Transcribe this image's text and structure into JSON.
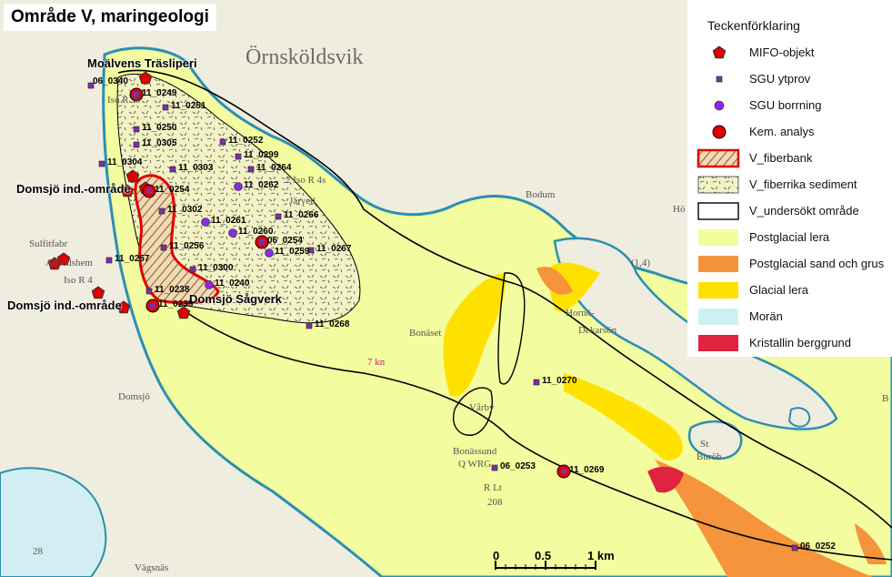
{
  "map": {
    "title": "Område V, maringeologi",
    "town_label": "Örnsköldsvik",
    "places": [
      {
        "name": "Iso R 3s"
      },
      {
        "name": "2 Iso R 4s"
      },
      {
        "name": "Järved"
      },
      {
        "name": "Bodum"
      },
      {
        "name": "Sulfitfabr"
      },
      {
        "name": "Alfredshem"
      },
      {
        "name": "Iso R 4"
      },
      {
        "name": "Domsjö"
      },
      {
        "name": "Bonäset"
      },
      {
        "name": "7 kn"
      },
      {
        "name": "Vårby"
      },
      {
        "name": "Bonässund"
      },
      {
        "name": "Q WRG"
      },
      {
        "name": "R Lt"
      },
      {
        "name": "208"
      },
      {
        "name": "Hornö-"
      },
      {
        "name": "Dekarsön"
      },
      {
        "name": "St"
      },
      {
        "name": "Buröh"
      },
      {
        "name": "(1,4)"
      },
      {
        "name": "Hö"
      },
      {
        "name": "B"
      },
      {
        "name": "28"
      },
      {
        "name": "Vägsnäs"
      }
    ],
    "sites": [
      {
        "name": "Moälvens Träsliperi"
      },
      {
        "name": "Domsjö ind.-område"
      },
      {
        "name": "Domsjö ind.-område"
      },
      {
        "name": "Domsjö Sågverk"
      }
    ],
    "samples": [
      {
        "id": "06_0340"
      },
      {
        "id": "11_0249"
      },
      {
        "id": "11_0251"
      },
      {
        "id": "11_0250"
      },
      {
        "id": "11_0305"
      },
      {
        "id": "11_0252"
      },
      {
        "id": "11_0299"
      },
      {
        "id": "11_0264"
      },
      {
        "id": "11_0304"
      },
      {
        "id": "11_0303"
      },
      {
        "id": "11_0262"
      },
      {
        "id": "11_0254"
      },
      {
        "id": "11_0302"
      },
      {
        "id": "11_0266"
      },
      {
        "id": "11_0261"
      },
      {
        "id": "11_0260"
      },
      {
        "id": "06_0254"
      },
      {
        "id": "11_0259"
      },
      {
        "id": "11_0267"
      },
      {
        "id": "11_0256"
      },
      {
        "id": "11_0257"
      },
      {
        "id": "11_0300"
      },
      {
        "id": "11_0240"
      },
      {
        "id": "11_0238"
      },
      {
        "id": "11_0239"
      },
      {
        "id": "11_0268"
      },
      {
        "id": "11_0270"
      },
      {
        "id": "06_0253"
      },
      {
        "id": "11_0269"
      },
      {
        "id": "06_0252"
      }
    ],
    "scale": {
      "labels": [
        "0",
        "0.5",
        "1 km"
      ]
    }
  },
  "legend": {
    "title": "Teckenförklaring",
    "items": [
      {
        "label": "MIFO-objekt",
        "kind": "pentagon",
        "color": "#e00000"
      },
      {
        "label": "SGU ytprov",
        "kind": "square",
        "color": "#7b2fa8"
      },
      {
        "label": "SGU borrning",
        "kind": "dot",
        "color": "#8a2be2"
      },
      {
        "label": "Kem. analys",
        "kind": "ring",
        "color": "#e00000"
      },
      {
        "label": "V_fiberbank",
        "kind": "hatch",
        "color": "#e00000"
      },
      {
        "label": "V_fiberrika sediment",
        "kind": "dash",
        "color": "#f3f2c4"
      },
      {
        "label": "V_undersökt område",
        "kind": "outline",
        "color": "#000000"
      },
      {
        "label": "Postglacial lera",
        "kind": "fill",
        "color": "#f3fc9e"
      },
      {
        "label": "Postglacial sand och grus",
        "kind": "fill",
        "color": "#f5943a"
      },
      {
        "label": "Glacial lera",
        "kind": "fill",
        "color": "#ffe100"
      },
      {
        "label": "Morän",
        "kind": "fill",
        "color": "#ccf0f4"
      },
      {
        "label": "Kristallin berggrund",
        "kind": "fill",
        "color": "#e0233e"
      }
    ]
  }
}
